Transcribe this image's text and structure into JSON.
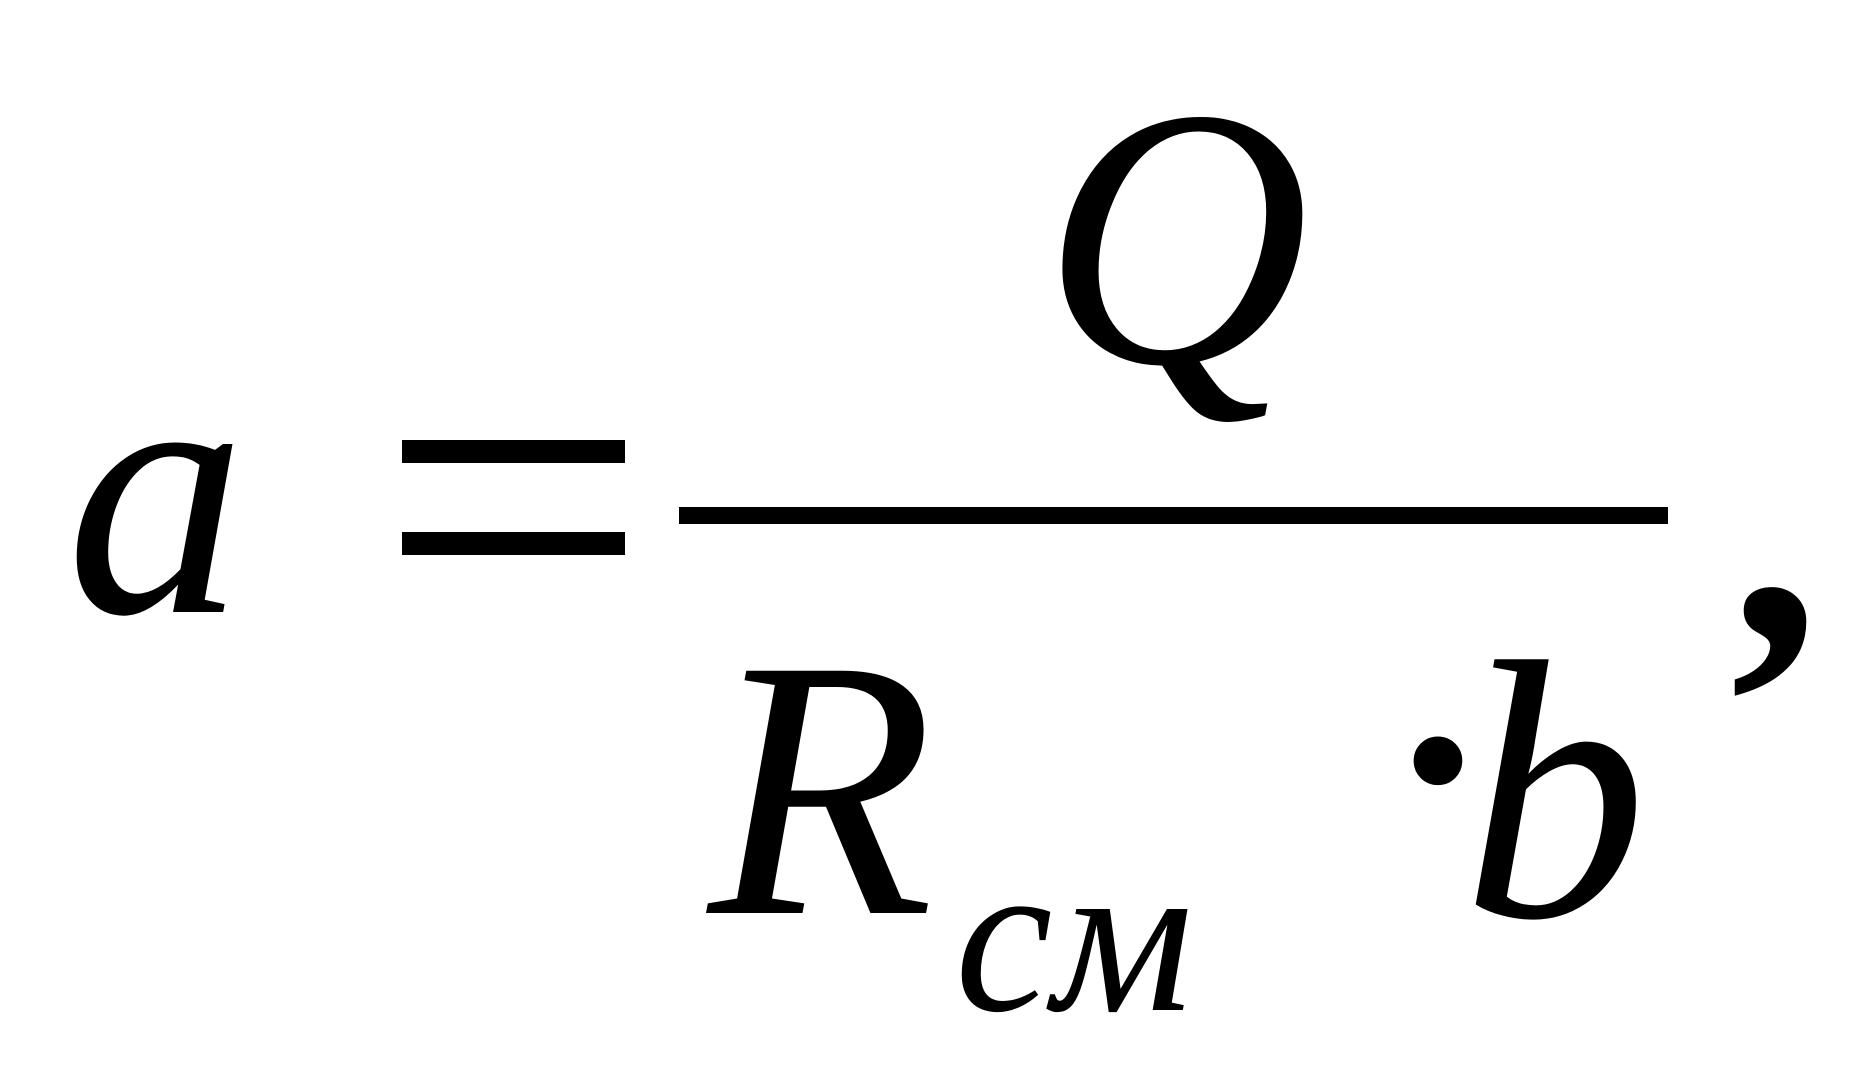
{
  "formula": {
    "lhs": "a",
    "equals": "=",
    "numerator": "Q",
    "denominator": {
      "main": "R",
      "subscript": "см",
      "operator": "·",
      "factor": "b"
    },
    "trailing": ","
  },
  "colors": {
    "text": "#000000",
    "background": "#ffffff"
  }
}
